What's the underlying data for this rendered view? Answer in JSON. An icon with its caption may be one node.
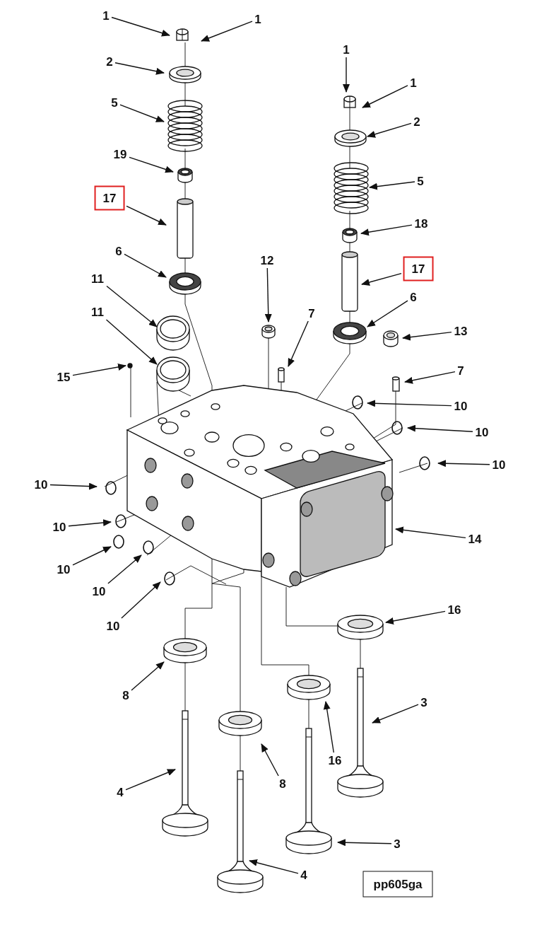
{
  "diagram": {
    "nodes": [
      {
        "text": [
          "1"
        ]
      },
      {
        "text": [
          "1"
        ]
      },
      {
        "text": [
          "2"
        ]
      },
      {
        "text": [
          "5"
        ]
      },
      {
        "text": [
          "19"
        ]
      },
      {
        "text": [
          "17"
        ]
      },
      {
        "text": [
          "6"
        ]
      },
      {
        "text": [
          "11"
        ]
      },
      {
        "text": [
          "11"
        ]
      },
      {
        "text": [
          "15"
        ]
      },
      {
        "text": [
          "1"
        ]
      },
      {
        "text": [
          "1"
        ]
      },
      {
        "text": [
          "2"
        ]
      },
      {
        "text": [
          "5"
        ]
      },
      {
        "text": [
          "18"
        ]
      },
      {
        "text": [
          "17"
        ]
      },
      {
        "text": [
          "6"
        ]
      },
      {
        "text": [
          "12"
        ]
      },
      {
        "text": [
          "7"
        ]
      },
      {
        "text": [
          "13"
        ]
      },
      {
        "text": [
          "7"
        ]
      },
      {
        "text": [
          "10"
        ]
      },
      {
        "text": [
          "10"
        ]
      },
      {
        "text": [
          "10"
        ]
      },
      {
        "text": [
          "10"
        ]
      },
      {
        "text": [
          "10"
        ]
      },
      {
        "text": [
          "10"
        ]
      },
      {
        "text": [
          "10"
        ]
      },
      {
        "text": [
          "10"
        ]
      },
      {
        "text": [
          "14"
        ]
      },
      {
        "text": [
          "16"
        ]
      },
      {
        "text": [
          "8"
        ]
      },
      {
        "text": [
          "3"
        ]
      },
      {
        "text": [
          "16"
        ]
      },
      {
        "text": [
          "8"
        ]
      },
      {
        "text": [
          "4"
        ]
      },
      {
        "text": [
          "3"
        ]
      },
      {
        "text": [
          "4"
        ]
      },
      {
        "text": [
          "pp605ga"
        ]
      }
    ],
    "edges": [
      {
        "from": 0,
        "to": null,
        "arrow": "to"
      },
      {
        "from": 1,
        "to": null,
        "arrow": "to"
      },
      {
        "from": 2,
        "to": null,
        "arrow": "to"
      },
      {
        "from": 3,
        "to": null,
        "arrow": "to"
      },
      {
        "from": 4,
        "to": null,
        "arrow": "to"
      },
      {
        "from": 5,
        "to": null,
        "arrow": "to"
      },
      {
        "from": 6,
        "to": null,
        "arrow": "to"
      },
      {
        "from": 7,
        "to": null,
        "arrow": "to"
      },
      {
        "from": 8,
        "to": null,
        "arrow": "to"
      },
      {
        "from": 9,
        "to": null,
        "arrow": "to"
      },
      {
        "from": 10,
        "to": null,
        "arrow": "to"
      },
      {
        "from": 11,
        "to": null,
        "arrow": "to"
      },
      {
        "from": 12,
        "to": null,
        "arrow": "to"
      },
      {
        "from": 13,
        "to": null,
        "arrow": "to"
      },
      {
        "from": 14,
        "to": null,
        "arrow": "to"
      },
      {
        "from": 15,
        "to": null,
        "arrow": "to"
      },
      {
        "from": 16,
        "to": null,
        "arrow": "to"
      },
      {
        "from": 17,
        "to": null,
        "arrow": "to"
      },
      {
        "from": 18,
        "to": null,
        "arrow": "to"
      },
      {
        "from": 19,
        "to": null,
        "arrow": "to"
      },
      {
        "from": 20,
        "to": null,
        "arrow": "to"
      },
      {
        "from": 21,
        "to": null,
        "arrow": "to"
      },
      {
        "from": 22,
        "to": null,
        "arrow": "to"
      },
      {
        "from": 23,
        "to": null,
        "arrow": "to"
      },
      {
        "from": 24,
        "to": null,
        "arrow": "to"
      },
      {
        "from": 25,
        "to": null,
        "arrow": "to"
      },
      {
        "from": 26,
        "to": null,
        "arrow": "to"
      },
      {
        "from": 27,
        "to": null,
        "arrow": "to"
      },
      {
        "from": 28,
        "to": null,
        "arrow": "to"
      },
      {
        "from": 29,
        "to": null,
        "arrow": "to"
      },
      {
        "from": 30,
        "to": null,
        "arrow": "to"
      },
      {
        "from": 31,
        "to": null,
        "arrow": "to"
      },
      {
        "from": 32,
        "to": null,
        "arrow": "to"
      },
      {
        "from": 33,
        "to": null,
        "arrow": "to"
      },
      {
        "from": 34,
        "to": null,
        "arrow": "to"
      },
      {
        "from": 35,
        "to": null,
        "arrow": "to"
      },
      {
        "from": 36,
        "to": null,
        "arrow": "to"
      },
      {
        "from": 37,
        "to": null,
        "arrow": "to"
      }
    ]
  }
}
